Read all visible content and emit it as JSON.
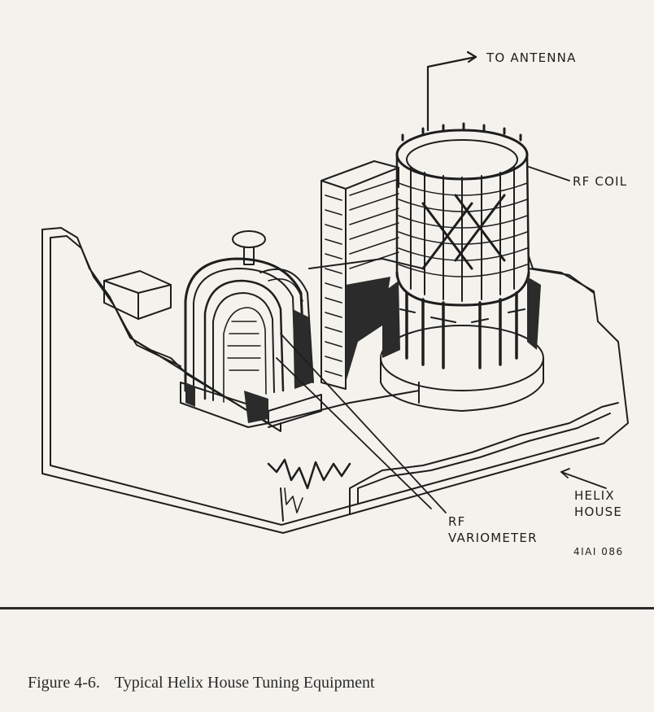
{
  "labels": {
    "to_antenna": "TO ANTENNA",
    "rf_coil": "RF COIL",
    "helix_line1": "HELIX",
    "helix_line2": "HOUSE",
    "rf_var_line1": "RF",
    "rf_var_line2": "VARIOMETER",
    "drawing_number": "4IAI 086"
  },
  "caption": {
    "figure_number": "Figure 4-6.",
    "title": "Typical Helix House Tuning Equipment"
  },
  "colors": {
    "paper": "#f4f2ec",
    "ink": "#1e1e1e",
    "shadow": "#2b2b2b"
  }
}
